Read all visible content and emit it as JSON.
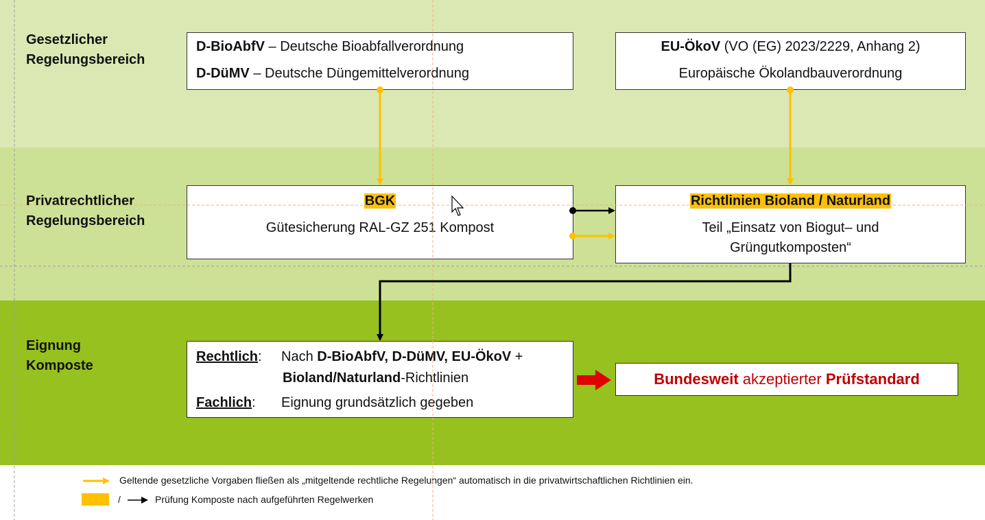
{
  "bands": [
    {
      "title_line1": "Gesetzlicher",
      "title_line2": "Regelungsbereich",
      "color": "#dbe8b4"
    },
    {
      "title_line1": "Privatrechtlicher",
      "title_line2": "Regelungsbereich",
      "color": "#cde196"
    },
    {
      "title_line1": "Eignung",
      "title_line2": "Komposte",
      "color": "#96c11f"
    }
  ],
  "boxes": {
    "d_regs": {
      "line1_bold": "D-BioAbfV",
      "line1_text": " – Deutsche Bioabfallverordnung",
      "line2_bold": "D-DüMV",
      "line2_text": " – Deutsche Düngemittelverordnung"
    },
    "eu": {
      "line1_bold": "EU-ÖkoV",
      "line1_text": " (VO (EG) 2023/2229, Anhang 2)",
      "line2": "Europäische Ökolandbauverordnung"
    },
    "bgk": {
      "title": "BGK",
      "line": "Gütesicherung RAL-GZ 251 Kompost"
    },
    "richtlinien": {
      "title": "Richtlinien Bioland / Naturland",
      "line1": "Teil „Einsatz von Biogut– und",
      "line2": "Grüngutkomposten“"
    },
    "eignung": {
      "label1": "Rechtlich",
      "colon1": ":",
      "pre1": "Nach ",
      "bold1": "D-BioAbfV, D-DüMV, EU-ÖkoV",
      "post1": " +",
      "bold2": "Bioland/Naturland",
      "post2": "-Richtlinien",
      "label2": "Fachlich",
      "colon2": ":",
      "line3": "Eignung grundsätzlich gegeben"
    },
    "standard": {
      "bold1": "Bundesweit",
      "text": " akzeptierter ",
      "bold2": "Prüfstandard"
    }
  },
  "legend": {
    "line1": "Geltende gesetzliche Vorgaben fließen als „mitgeltende rechtliche Regelungen“ automatisch in die privatwirtschaftlichen Richtlinien ein.",
    "slash": "/",
    "line2": "Prüfung Komposte nach aufgeführten Regelwerken"
  },
  "colors": {
    "accent": "#ffc000",
    "arrow_black": "#000000",
    "highlight_red": "#c00000",
    "red_arrow": "#e00000"
  },
  "icons": [
    "mouse-pointer-icon"
  ]
}
